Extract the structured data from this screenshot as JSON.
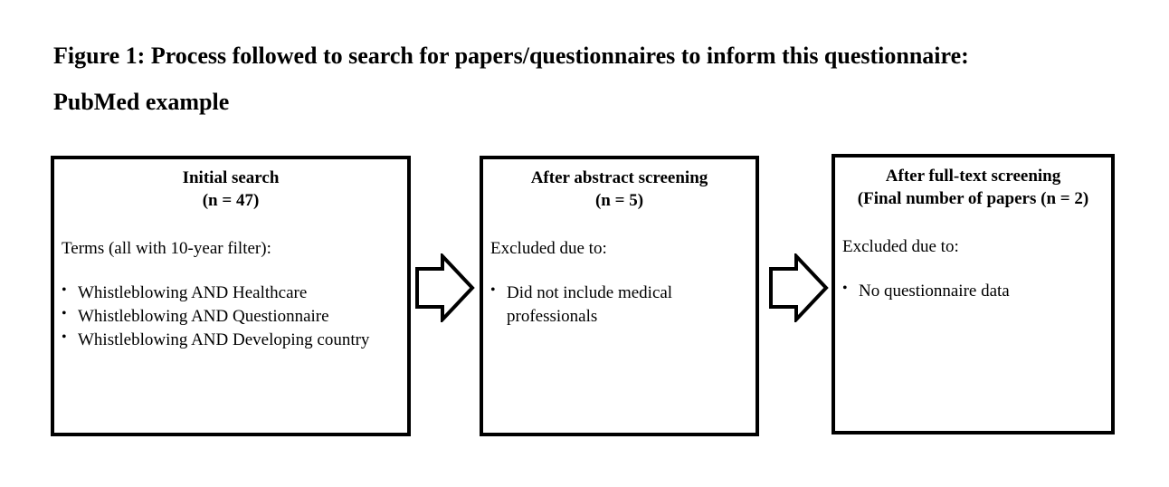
{
  "figure": {
    "title_line1": "Figure 1: Process followed to search for papers/questionnaires to inform this questionnaire:",
    "title_line2": "PubMed example"
  },
  "boxes": [
    {
      "heading_line1": "Initial search",
      "heading_line2": "(n = 47)",
      "subheading": "Terms (all with 10-year filter):",
      "items": [
        "Whistleblowing AND Healthcare",
        "Whistleblowing AND Questionnaire",
        "Whistleblowing AND Developing country"
      ]
    },
    {
      "heading_line1": "After abstract screening",
      "heading_line2": "(n = 5)",
      "subheading": "Excluded due to:",
      "items": [
        "Did not include medical professionals"
      ]
    },
    {
      "heading_line1": "After full-text screening",
      "heading_line2": "(Final number of papers (n = 2)",
      "subheading": "Excluded due to:",
      "items": [
        "No questionnaire data"
      ]
    }
  ],
  "bullet_glyph": "•",
  "arrows": [
    "right-arrow-icon",
    "right-arrow-icon"
  ]
}
